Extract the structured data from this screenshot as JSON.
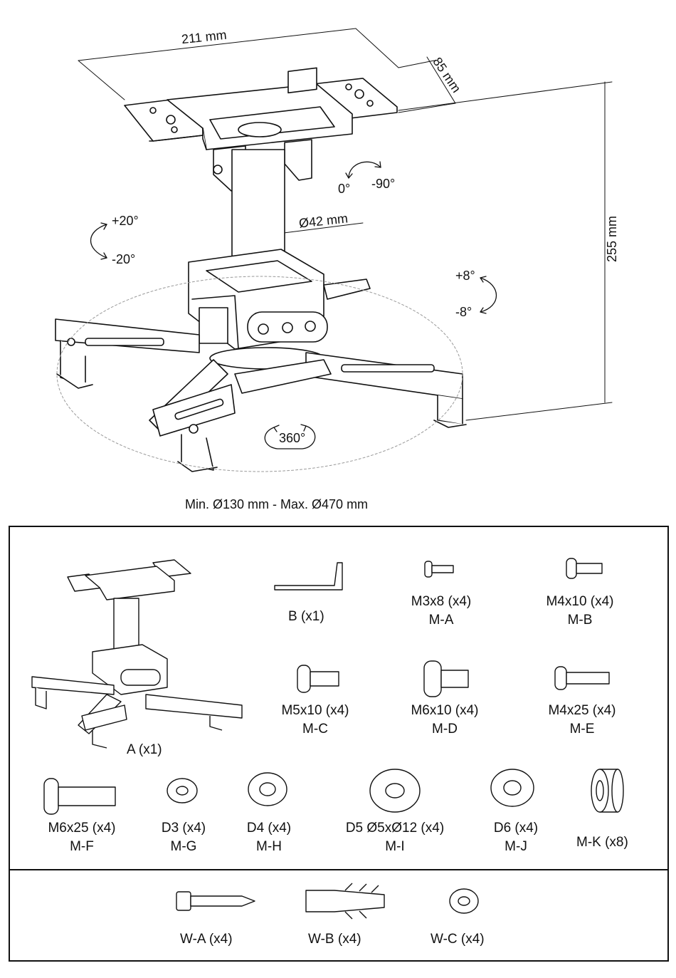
{
  "dimensions": {
    "width": "211 mm",
    "depth": "85 mm",
    "height": "255 mm",
    "pole": "Ø42 mm",
    "range": "Min. Ø130 mm - Max. Ø470 mm"
  },
  "rotations": {
    "swivel_pos": "+20°",
    "swivel_neg": "-20°",
    "pivot_zero": "0°",
    "pivot_neg": "-90°",
    "tilt_pos": "+8°",
    "tilt_neg": "-8°",
    "rotate": "360°"
  },
  "parts": {
    "A": {
      "qty": "A (x1)"
    },
    "B": {
      "qty": "B (x1)"
    },
    "MA": {
      "size": "M3x8 (x4)",
      "code": "M-A"
    },
    "MB": {
      "size": "M4x10 (x4)",
      "code": "M-B"
    },
    "MC": {
      "size": "M5x10 (x4)",
      "code": "M-C"
    },
    "MD": {
      "size": "M6x10 (x4)",
      "code": "M-D"
    },
    "ME": {
      "size": "M4x25 (x4)",
      "code": "M-E"
    },
    "MF": {
      "size": "M6x25 (x4)",
      "code": "M-F"
    },
    "MG": {
      "size": "D3 (x4)",
      "code": "M-G"
    },
    "MH": {
      "size": "D4 (x4)",
      "code": "M-H"
    },
    "MI": {
      "size": "D5 Ø5xØ12 (x4)",
      "code": "M-I"
    },
    "MJ": {
      "size": "D6 (x4)",
      "code": "M-J"
    },
    "MK": {
      "size": "M-K (x8)"
    },
    "WA": {
      "size": "W-A (x4)"
    },
    "WB": {
      "size": "W-B (x4)"
    },
    "WC": {
      "size": "W-C (x4)"
    }
  }
}
